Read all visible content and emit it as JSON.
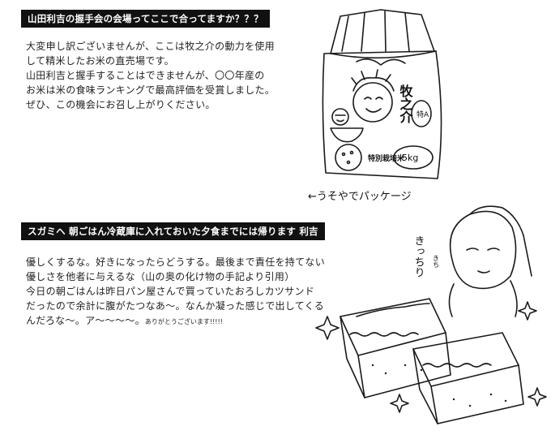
{
  "q1": {
    "title": "山田利吉の握手会の会場ってここで合ってますか？？？",
    "lines": [
      "大変申し訳ございませんが、ここは牧之介の動力を使用",
      "して精米したお米の直売場です。",
      "山田利吉と握手することはできませんが、〇〇年産の",
      "お米は米の食味ランキングで最高評価を受賞しました。",
      "ぜひ、この機会にお召し上がりください。"
    ]
  },
  "q2": {
    "title": "スガミヘ 朝ごはん冷蔵庫に入れておいた夕食までには帰ります 利吉",
    "lines": [
      "優しくするな。好きになったらどうする。最後まで責任を持てない",
      "優しさを他者に与えるな（山の奥の化け物の手記より引用）",
      "今日の朝ごはんは昨日パン屋さんで買っていたおろしカツサンド",
      "だったので余計に腹がたつなあ〜。なんか凝った感じで出してくる"
    ],
    "last_line": "んだろな〜。ア〜〜〜〜。",
    "last_line_small": "ありがとうございます!!!!!"
  },
  "drawing1": {
    "bag_label": "牧之介",
    "bag_badge": "特A",
    "bag_rice_label": "特別栽培米",
    "bag_weight": "5kg",
    "caption": "←うそやでパッケージ"
  },
  "drawing2": {
    "sfx_main": "きっちり",
    "sfx_small": "きち"
  }
}
